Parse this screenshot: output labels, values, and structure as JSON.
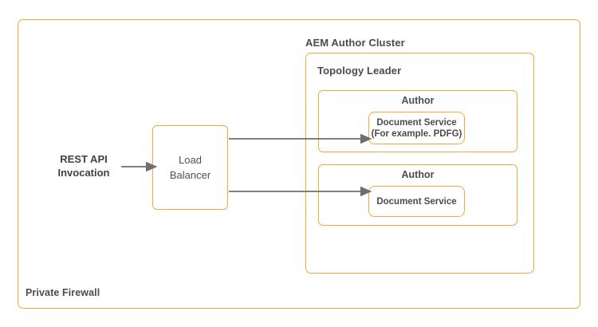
{
  "colors": {
    "box_border": "#F6A73F",
    "arrow": "#6E6E6E",
    "text": "#4B4B4B"
  },
  "firewall": {
    "label": "Private Firewall"
  },
  "rest_api": {
    "line1": "REST API",
    "line2": "Invocation"
  },
  "load_balancer": {
    "line1": "Load",
    "line2": "Balancer"
  },
  "cluster": {
    "label": "AEM Author Cluster",
    "topology_leader": {
      "label": "Topology Leader",
      "authors": [
        {
          "label": "Author",
          "service": {
            "line1": "Document Service",
            "line2": "(For example. PDFG)"
          }
        },
        {
          "label": "Author",
          "service": {
            "line1": "Document Service",
            "line2": ""
          }
        }
      ]
    }
  }
}
